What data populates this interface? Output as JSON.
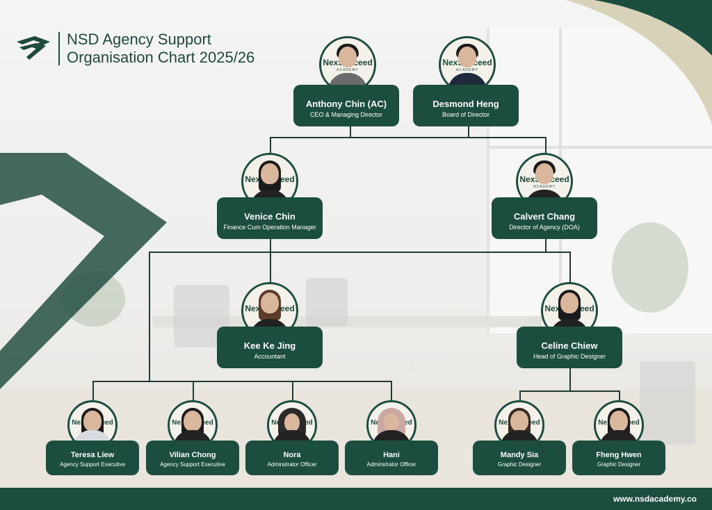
{
  "header": {
    "title_line1": "NSD Agency Support",
    "title_line2": "Organisation Chart 2025/26"
  },
  "brand": {
    "watermark": "NexSucceed",
    "watermark_sub": "ACADEMY",
    "primary_color": "#1c4e40",
    "line_color": "#1e3a33",
    "logo_icon": "nsd-logo-icon"
  },
  "people": {
    "anthony": {
      "name": "Anthony Chin (AC)",
      "role": "CEO & Managing Director"
    },
    "desmond": {
      "name": "Desmond Heng",
      "role": "Board of Director"
    },
    "venice": {
      "name": "Venice Chin",
      "role": "Finance Cum Operation Manager"
    },
    "calvert": {
      "name": "Calvert Chang",
      "role": "Director of Agency (DOA)"
    },
    "keekejing": {
      "name": "Kee Ke Jing",
      "role": "Accountant"
    },
    "celine": {
      "name": "Celine Chiew",
      "role": "Head of Graphic Designer"
    },
    "teresa": {
      "name": "Teresa Liew",
      "role": "Agency Support Executive"
    },
    "vilian": {
      "name": "Vilian Chong",
      "role": "Agency Support Executive"
    },
    "nora": {
      "name": "Nora",
      "role": "Adminstrator Officer"
    },
    "hani": {
      "name": "Hani",
      "role": "Adminstrator Officer"
    },
    "mandy": {
      "name": "Mandy Sia",
      "role": "Graphic Designer"
    },
    "fheng": {
      "name": "Fheng Hwen",
      "role": "Graphic Designer"
    }
  },
  "footer": {
    "website": "www.nsdacademy.co"
  }
}
